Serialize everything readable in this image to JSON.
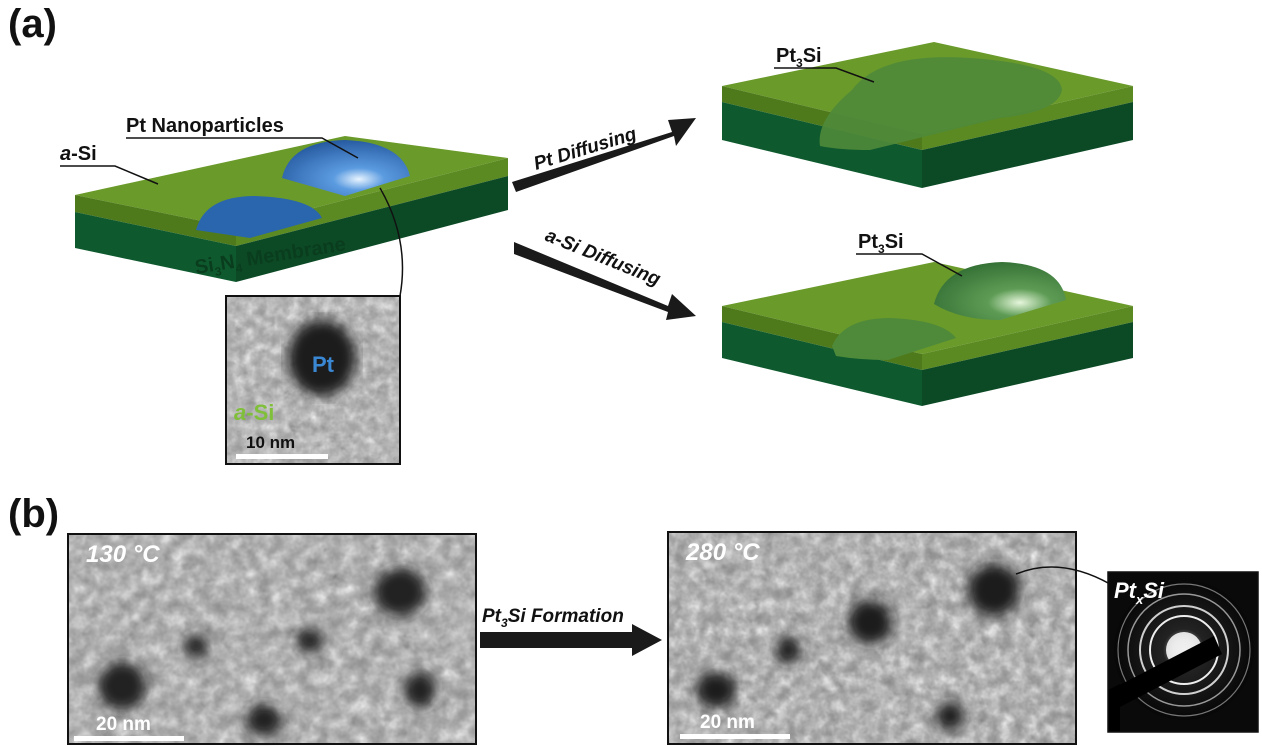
{
  "panel_a": {
    "label": "(a)",
    "asi_label": {
      "prefix": "a",
      "suffix": "-Si"
    },
    "pt_nanoparticles_label": "Pt Nanoparticles",
    "membrane_label": {
      "base": "Si",
      "sub1": "3",
      "mid": "N",
      "sub2": "4",
      "rest": " Membrane"
    },
    "inset": {
      "pt_label": "Pt",
      "asi_label": {
        "prefix": "a",
        "suffix": "-Si"
      },
      "scale_bar": "10 nm"
    },
    "arrow_top_label": "Pt Diffusing",
    "arrow_bottom_label": {
      "prefix": "a",
      "suffix": "-Si Diffusing"
    },
    "pt3si_top": {
      "base": "Pt",
      "sub": "3",
      "rest": "Si"
    },
    "pt3si_bottom": {
      "base": "Pt",
      "sub": "3",
      "rest": "Si"
    }
  },
  "panel_b": {
    "label": "(b)",
    "left_image": {
      "temperature": "130 °C",
      "scale_bar": "20 nm"
    },
    "arrow_label": {
      "base": "Pt",
      "sub": "3",
      "rest": "Si Formation"
    },
    "right_image": {
      "temperature": "280 °C",
      "scale_bar": "20 nm"
    },
    "diffraction": {
      "base": "Pt",
      "sub": "x",
      "rest": "Si"
    }
  },
  "colors": {
    "asi_layer": "#5e8a24",
    "membrane": "#0f5a2f",
    "nanoparticle": "#2e6fb8",
    "pt3si": "#3f7a3c"
  }
}
